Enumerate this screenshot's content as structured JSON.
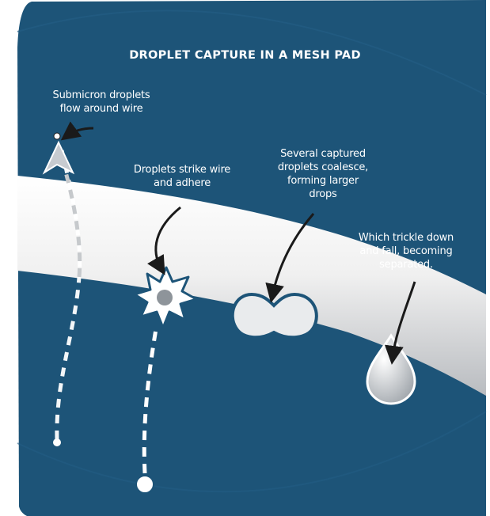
{
  "diagram": {
    "title": "DROPLET CAPTURE IN A MESH PAD",
    "labels": {
      "submicron": "Submicron droplets\nflow around wire",
      "strike": "Droplets strike wire\nand adhere",
      "coalesce": "Several captured\ndroplets coalesce,\nforming larger\ndrops",
      "trickle": "Which trickle down\nand fall, becoming\nseparated."
    },
    "colors": {
      "background": "#1d5478",
      "background_dark": "#174866",
      "wire": "#e8e8e8",
      "path": "#ffffff",
      "outline": "#1d5478",
      "arrow": "#1a1a1a"
    }
  }
}
